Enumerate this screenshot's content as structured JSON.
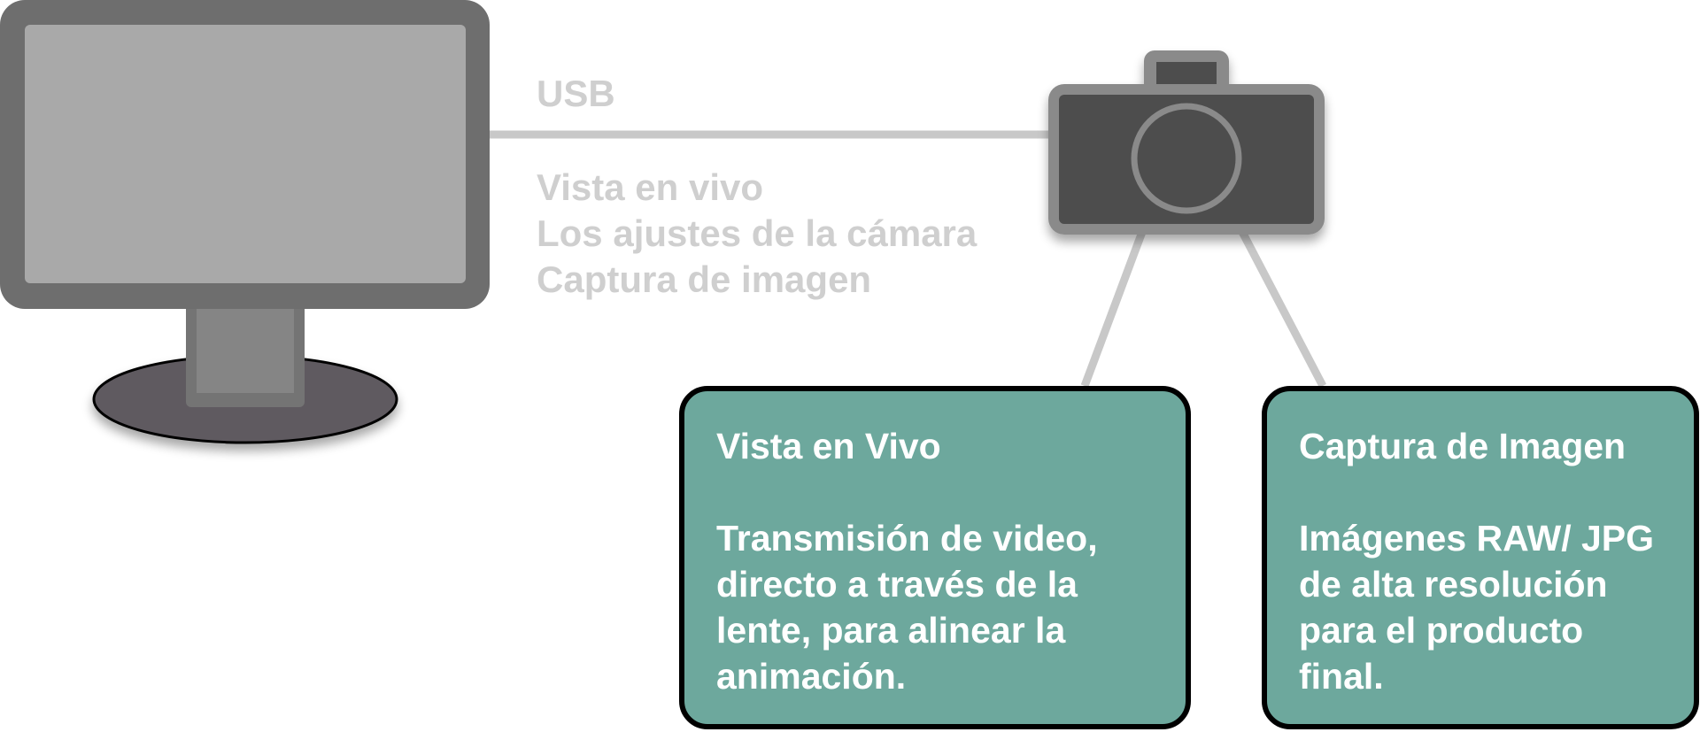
{
  "connection": {
    "type_label": "USB",
    "features": [
      "Vista en vivo",
      "Los ajustes de la cámara",
      "Captura de imagen"
    ]
  },
  "boxes": {
    "live_view": {
      "title": "Vista en Vivo",
      "body": "Transmisión de video, directo a través de la lente, para alinear la animación."
    },
    "image_capture": {
      "title": "Captura de Imagen",
      "body": "Imágenes RAW/ JPG de alta resolución para el producto final."
    }
  },
  "colors": {
    "box_fill": "#6da89d",
    "box_border": "#000000",
    "connector": "#c8c8c8",
    "label_text": "#cfcfcf",
    "monitor_frame": "#6e6e6e",
    "monitor_screen": "#a9a9a9",
    "camera_body": "#4e4e4e"
  },
  "icons": {
    "computer": "monitor-icon",
    "camera": "camera-icon"
  }
}
